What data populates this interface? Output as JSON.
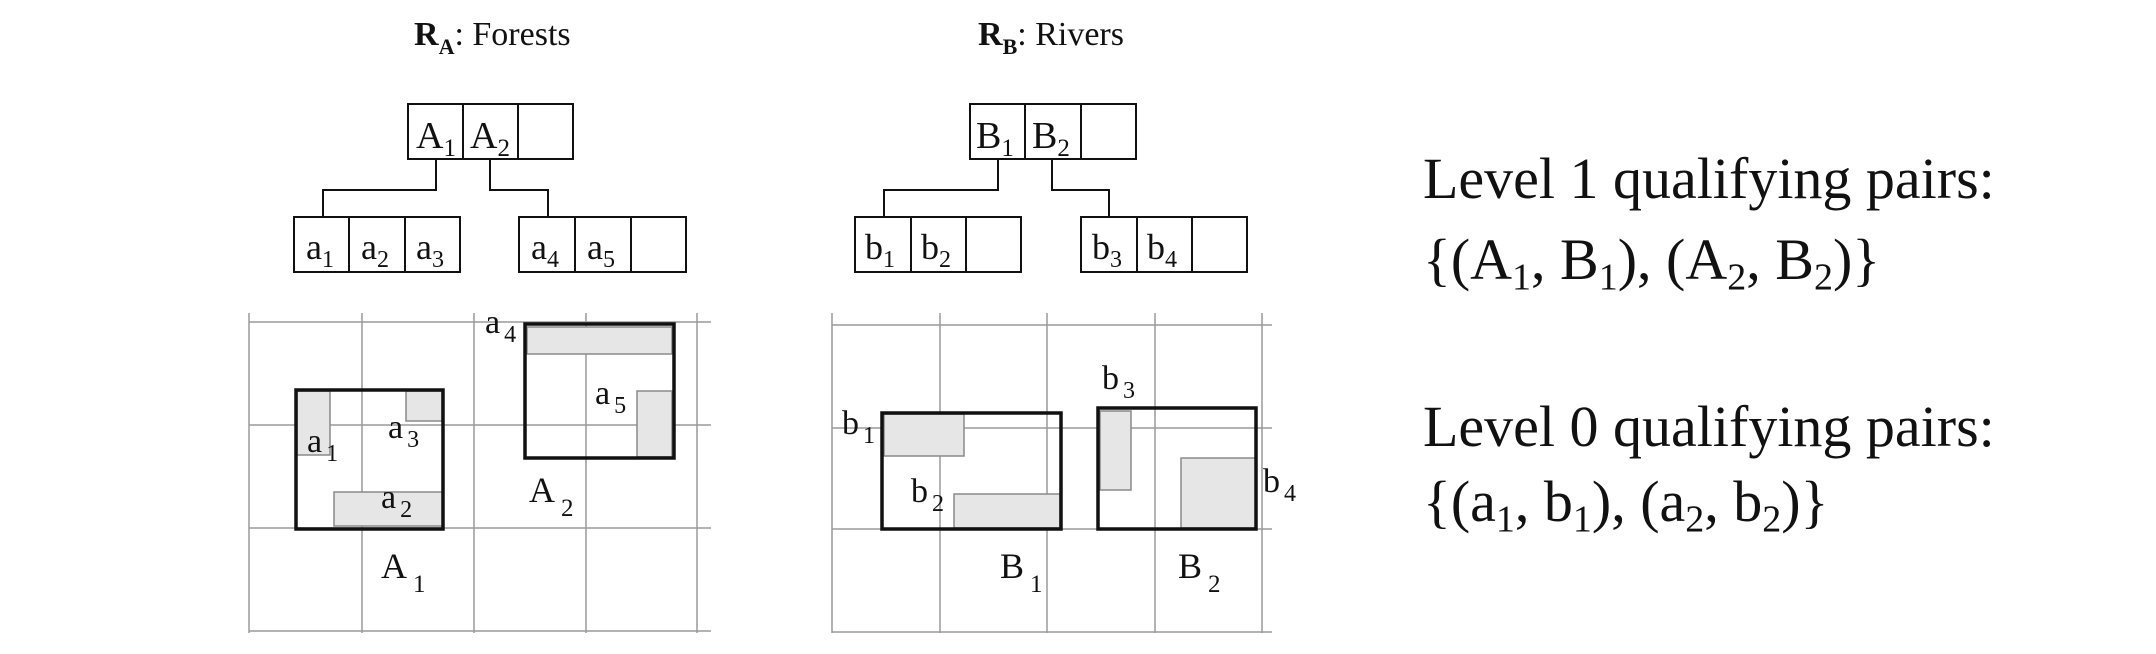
{
  "relations": {
    "a": {
      "symbol": "R",
      "subscript": "A",
      "name": ": Forests"
    },
    "b": {
      "symbol": "R",
      "subscript": "B",
      "name": ": Rivers"
    }
  },
  "tree_a": {
    "root": [
      {
        "base": "A",
        "sub": "1"
      },
      {
        "base": "A",
        "sub": "2"
      },
      {
        "base": "",
        "sub": ""
      }
    ],
    "left_leaf": [
      {
        "base": "a",
        "sub": "1"
      },
      {
        "base": "a",
        "sub": "2"
      },
      {
        "base": "a",
        "sub": "3"
      }
    ],
    "right_leaf": [
      {
        "base": "a",
        "sub": "4"
      },
      {
        "base": "a",
        "sub": "5"
      },
      {
        "base": "",
        "sub": ""
      }
    ]
  },
  "tree_b": {
    "root": [
      {
        "base": "B",
        "sub": "1"
      },
      {
        "base": "B",
        "sub": "2"
      },
      {
        "base": "",
        "sub": ""
      }
    ],
    "left_leaf": [
      {
        "base": "b",
        "sub": "1"
      },
      {
        "base": "b",
        "sub": "2"
      },
      {
        "base": "",
        "sub": ""
      }
    ],
    "right_leaf": [
      {
        "base": "b",
        "sub": "3"
      },
      {
        "base": "b",
        "sub": "4"
      },
      {
        "base": "",
        "sub": ""
      }
    ]
  },
  "grid_a_labels": {
    "mbr_a1": {
      "base": "A",
      "sub": "1"
    },
    "mbr_a2": {
      "base": "A",
      "sub": "2"
    },
    "obj_a1": {
      "base": "a",
      "sub": "1"
    },
    "obj_a2": {
      "base": "a",
      "sub": "2"
    },
    "obj_a3": {
      "base": "a",
      "sub": "3"
    },
    "obj_a4": {
      "base": "a",
      "sub": "4"
    },
    "obj_a5": {
      "base": "a",
      "sub": "5"
    }
  },
  "grid_b_labels": {
    "mbr_b1": {
      "base": "B",
      "sub": "1"
    },
    "mbr_b2": {
      "base": "B",
      "sub": "2"
    },
    "obj_b1": {
      "base": "b",
      "sub": "1"
    },
    "obj_b2": {
      "base": "b",
      "sub": "2"
    },
    "obj_b3": {
      "base": "b",
      "sub": "3"
    },
    "obj_b4": {
      "base": "b",
      "sub": "4"
    }
  },
  "results": {
    "level1_title": "Level 1 qualifying pairs:",
    "level1_pairs": [
      {
        "first": {
          "base": "A",
          "sub": "1"
        },
        "second": {
          "base": "B",
          "sub": "1"
        }
      },
      {
        "first": {
          "base": "A",
          "sub": "2"
        },
        "second": {
          "base": "B",
          "sub": "2"
        }
      }
    ],
    "level0_title": "Level 0 qualifying pairs:",
    "level0_pairs": [
      {
        "first": {
          "base": "a",
          "sub": "1"
        },
        "second": {
          "base": "b",
          "sub": "1"
        }
      },
      {
        "first": {
          "base": "a",
          "sub": "2"
        },
        "second": {
          "base": "b",
          "sub": "2"
        }
      }
    ]
  },
  "colors": {
    "ink": "#111111",
    "grid_line": "#9a9a9a",
    "object_fill": "#e6e6e6",
    "object_stroke": "#8a8a8a"
  }
}
